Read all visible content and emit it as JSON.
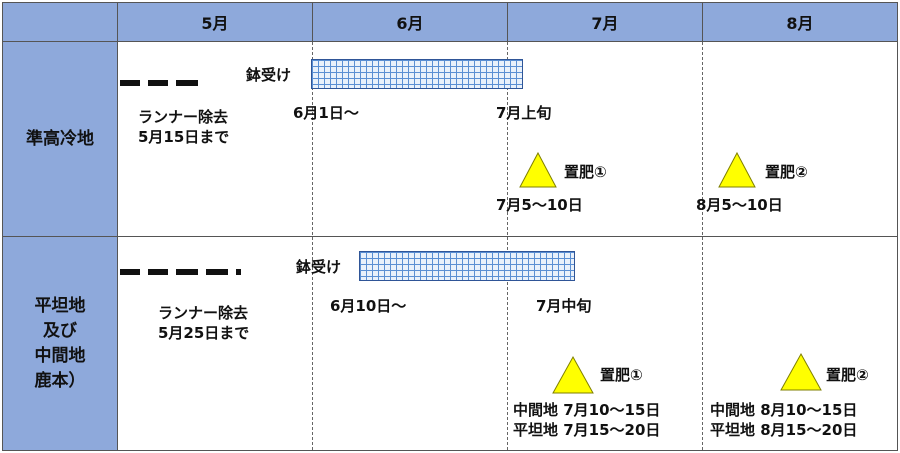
{
  "header": {
    "months": [
      "5月",
      "6月",
      "7月",
      "8月"
    ]
  },
  "rows": {
    "highland": {
      "label": "準高冷地",
      "runner_label_1": "ランナー除去",
      "runner_label_2": "5月15日まで",
      "pot_label": "鉢受け",
      "pot_start": "6月1日～",
      "pot_end": "7月上旬",
      "fert1_label": "置肥①",
      "fert1_date": "7月5～10日",
      "fert2_label": "置肥②",
      "fert2_date": "8月5～10日"
    },
    "lowland": {
      "label_lines": [
        "平坦地",
        "及び",
        "中間地",
        "鹿本）"
      ],
      "runner_label_1": "ランナー除去",
      "runner_label_2": "5月25日まで",
      "pot_label": "鉢受け",
      "pot_start": "6月10日～",
      "pot_end": "7月中旬",
      "fert1_label": "置肥①",
      "fert1_date_mid": "中間地 7月10～15日",
      "fert1_date_flat": "平坦地 7月15～20日",
      "fert2_label": "置肥②",
      "fert2_date_mid": "中間地 8月10～15日",
      "fert2_date_flat": "平坦地 8月15～20日"
    }
  },
  "colors": {
    "header_bg": "#8ea9db",
    "triangle_fill": "#ffff00",
    "triangle_stroke": "#7f7f00",
    "grid_line": "#5b8fd3"
  }
}
